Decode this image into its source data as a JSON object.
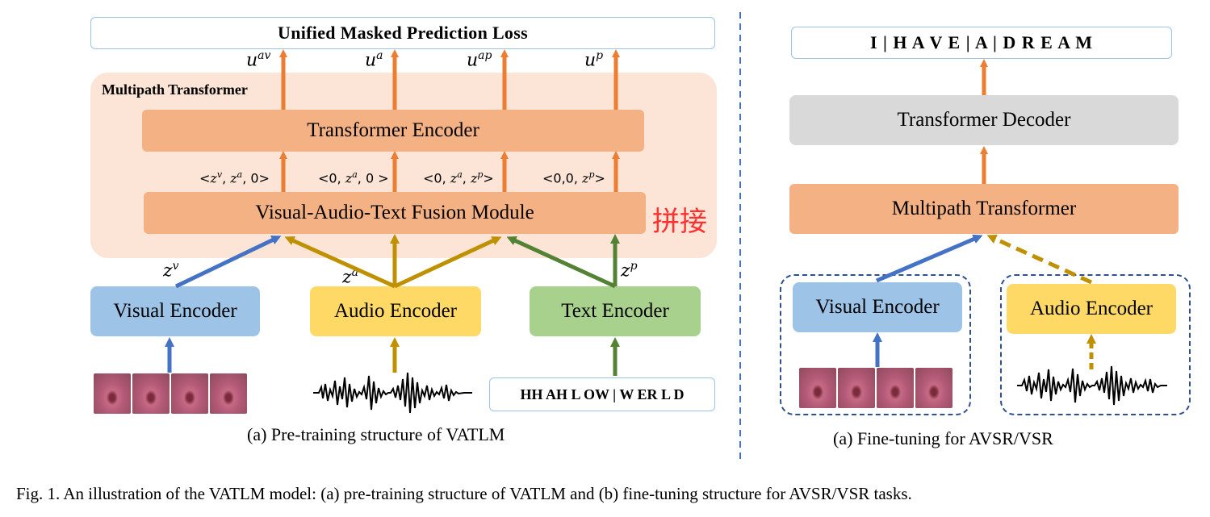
{
  "left": {
    "loss_label": "Unified Masked Prediction Loss",
    "panel_title": "Multipath Transformer",
    "transformer_encoder": "Transformer Encoder",
    "fusion_module": "Visual-Audio-Text Fusion Module",
    "fusion_annotation": "拼接",
    "outputs": [
      {
        "base": "u",
        "sup": "av"
      },
      {
        "base": "u",
        "sup": "a"
      },
      {
        "base": "u",
        "sup": "ap"
      },
      {
        "base": "u",
        "sup": "p"
      }
    ],
    "tuples": [
      {
        "open": "<",
        "parts": [
          {
            "base": "z",
            "sup": "v"
          },
          {
            "base": "z",
            "sup": "a"
          }
        ],
        "tail": ", 0>"
      },
      {
        "open": "<0, ",
        "parts": [
          {
            "base": "z",
            "sup": "a"
          }
        ],
        "tail": ", 0 >"
      },
      {
        "open": "<0, ",
        "parts": [
          {
            "base": "z",
            "sup": "a"
          },
          {
            "base": "z",
            "sup": "p"
          }
        ],
        "tail": ">"
      },
      {
        "open": "<0,0, ",
        "parts": [
          {
            "base": "z",
            "sup": "p"
          }
        ],
        "tail": ">"
      }
    ],
    "z_labels": {
      "v": {
        "base": "z",
        "sup": "v"
      },
      "a": {
        "base": "z",
        "sup": "a"
      },
      "p": {
        "base": "z",
        "sup": "p"
      }
    },
    "encoders": {
      "visual": "Visual Encoder",
      "audio": "Audio Encoder",
      "text": "Text Encoder"
    },
    "text_input": "HH AH L OW | W ER L D",
    "caption": "(a) Pre-training structure of VATLM"
  },
  "right": {
    "output_label": "I | H A V E | A | D R E A M",
    "transformer_decoder": "Transformer Decoder",
    "multipath_transformer": "Multipath Transformer",
    "encoders": {
      "visual": "Visual Encoder",
      "audio": "Audio Encoder"
    },
    "caption": "(a) Fine-tuning for AVSR/VSR"
  },
  "figure_caption": "Fig. 1.  An illustration of the VATLM model: (a) pre-training structure of VATLM and (b) fine-tuning structure for AVSR/VSR tasks.",
  "colors": {
    "orange_arrow": "#ed7d31",
    "blue_arrow": "#4472c4",
    "gold_arrow": "#bf9000",
    "green_arrow": "#548235",
    "divider": "#4472c4"
  }
}
